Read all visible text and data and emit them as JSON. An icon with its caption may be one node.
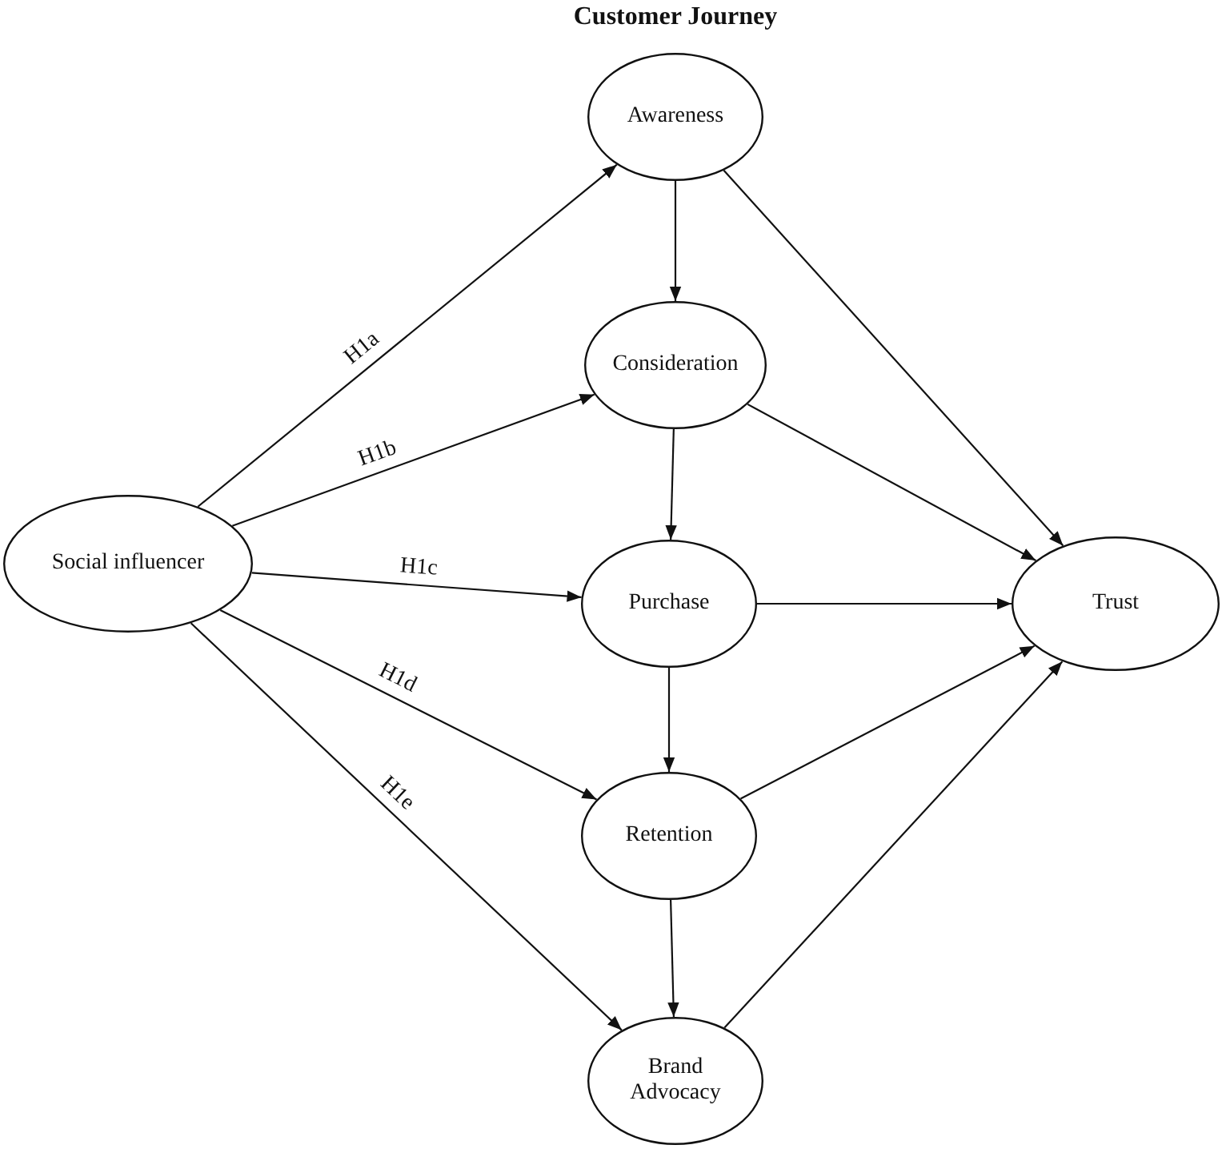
{
  "diagram": {
    "title": "Customer Journey",
    "nodes": [
      {
        "text": [
          "Social influencer"
        ]
      },
      {
        "text": [
          "Awareness"
        ]
      },
      {
        "text": [
          "Consideration"
        ]
      },
      {
        "text": [
          "Purchase"
        ]
      },
      {
        "text": [
          "Retention"
        ]
      },
      {
        "text": [
          "Brand Advocacy"
        ]
      },
      {
        "text": [
          "Trust"
        ]
      }
    ],
    "edges": [
      {
        "from": 0,
        "to": 1,
        "arrow": "to",
        "label": "H1a"
      },
      {
        "from": 0,
        "to": 2,
        "arrow": "to",
        "label": "H1b"
      },
      {
        "from": 0,
        "to": 3,
        "arrow": "to",
        "label": "H1c"
      },
      {
        "from": 0,
        "to": 4,
        "arrow": "to",
        "label": "H1d"
      },
      {
        "from": 0,
        "to": 5,
        "arrow": "to",
        "label": "H1e"
      },
      {
        "from": 1,
        "to": 2,
        "arrow": "to"
      },
      {
        "from": 2,
        "to": 3,
        "arrow": "to"
      },
      {
        "from": 3,
        "to": 4,
        "arrow": "to"
      },
      {
        "from": 4,
        "to": 5,
        "arrow": "to"
      },
      {
        "from": 1,
        "to": 6,
        "arrow": "to"
      },
      {
        "from": 2,
        "to": 6,
        "arrow": "to"
      },
      {
        "from": 3,
        "to": 6,
        "arrow": "to"
      },
      {
        "from": 4,
        "to": 6,
        "arrow": "to"
      },
      {
        "from": 5,
        "to": 6,
        "arrow": "to"
      }
    ]
  }
}
